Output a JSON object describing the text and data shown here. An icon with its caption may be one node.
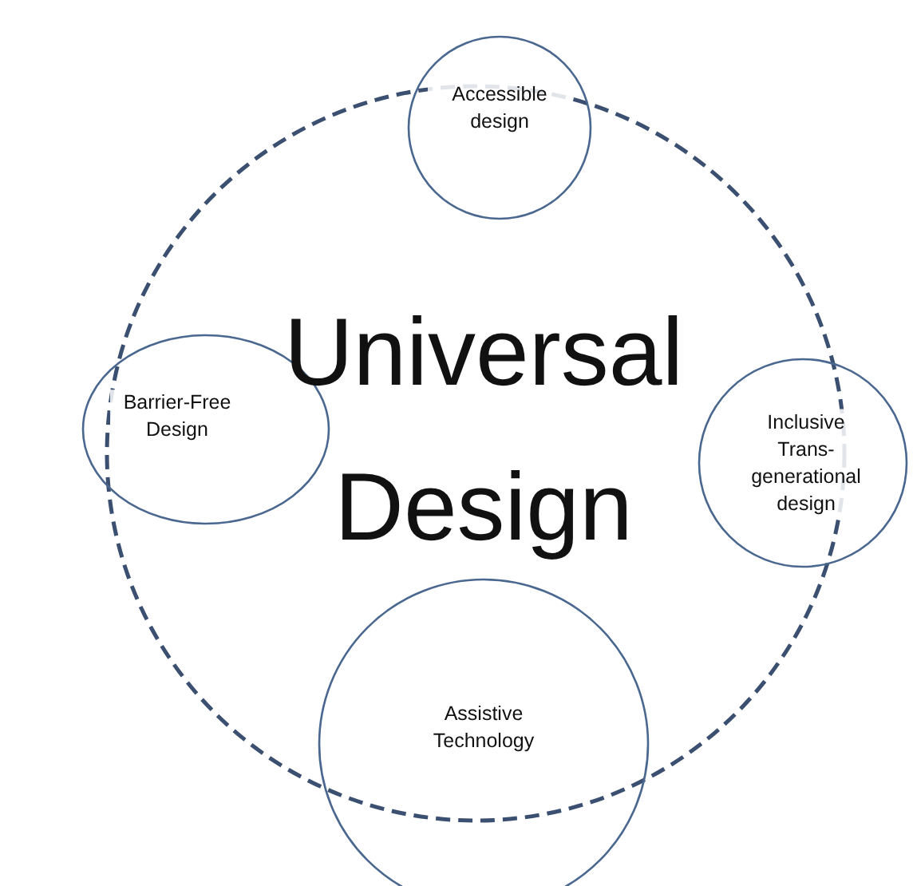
{
  "diagram": {
    "nodes": [
      {
        "text": [
          "Universal Design"
        ]
      },
      {
        "text": [
          "Accessible design"
        ]
      },
      {
        "text": [
          "Barrier-Free Design"
        ]
      },
      {
        "text": [
          "Inclusive Trans-generational design"
        ]
      },
      {
        "text": [
          "Assistive Technology"
        ]
      }
    ]
  }
}
